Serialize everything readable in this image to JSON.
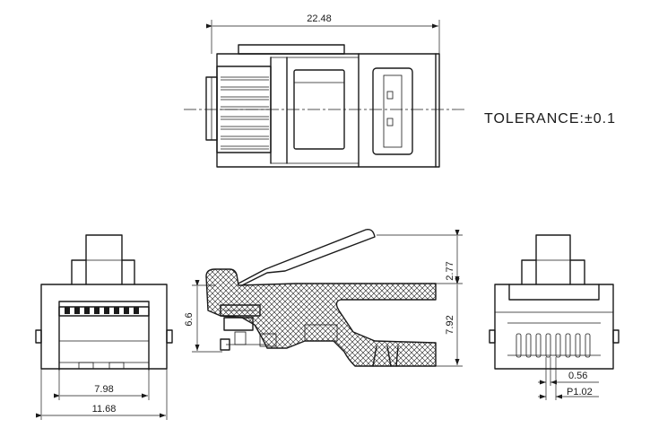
{
  "tolerance_note": "TOLERANCE:±0.1",
  "dimensions": {
    "overall_length": "22.48",
    "height_total": "6.6",
    "latch_height": "2.77",
    "body_height": "7.92",
    "inner_width": "7.98",
    "outer_width": "11.68",
    "contact_width": "0.56",
    "contact_pitch": "P1.02"
  }
}
